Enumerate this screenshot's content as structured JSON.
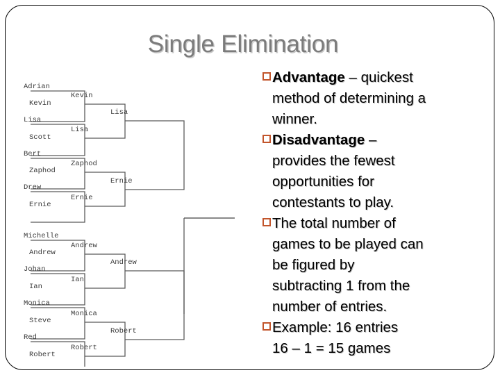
{
  "slide": {
    "title": "Single Elimination",
    "title_color": "#7b7b7b",
    "bullet_color": "#c2552b",
    "background": "#ffffff"
  },
  "bracket": {
    "line_color": "#5a5a5a",
    "text_color": "#3a3a3a",
    "round1": [
      "Adrian",
      "Kevin",
      "Lisa",
      "Scott",
      "Bert",
      "Zaphod",
      "Drew",
      "Ernie",
      "Michelle",
      "Andrew",
      "Johan",
      "Ian",
      "Monica",
      "Steve",
      "Red",
      "Robert"
    ],
    "round2": [
      "Kevin",
      "Lisa",
      "Zaphod",
      "Ernie",
      "Andrew",
      "Ian",
      "Monica",
      "Robert"
    ],
    "round3": [
      "Lisa",
      "Ernie",
      "Andrew",
      "Robert"
    ],
    "round4": []
  },
  "body": {
    "bullets": [
      {
        "bold": "Advantage",
        "rest": " – quickest",
        "lines": [
          "method of determining a",
          "winner."
        ]
      },
      {
        "bold": "Disadvantage",
        "rest": " –",
        "lines": [
          "provides the fewest",
          "opportunities for",
          "contestants to play."
        ]
      },
      {
        "bold": "",
        "rest": "The total number of",
        "lines": [
          "games to be played can",
          "be figured by",
          "subtracting 1 from the",
          "number of entries."
        ]
      },
      {
        "bold": "",
        "rest": "Example: 16 entries",
        "lines": [
          "16 – 1 = 15 games"
        ]
      }
    ]
  }
}
